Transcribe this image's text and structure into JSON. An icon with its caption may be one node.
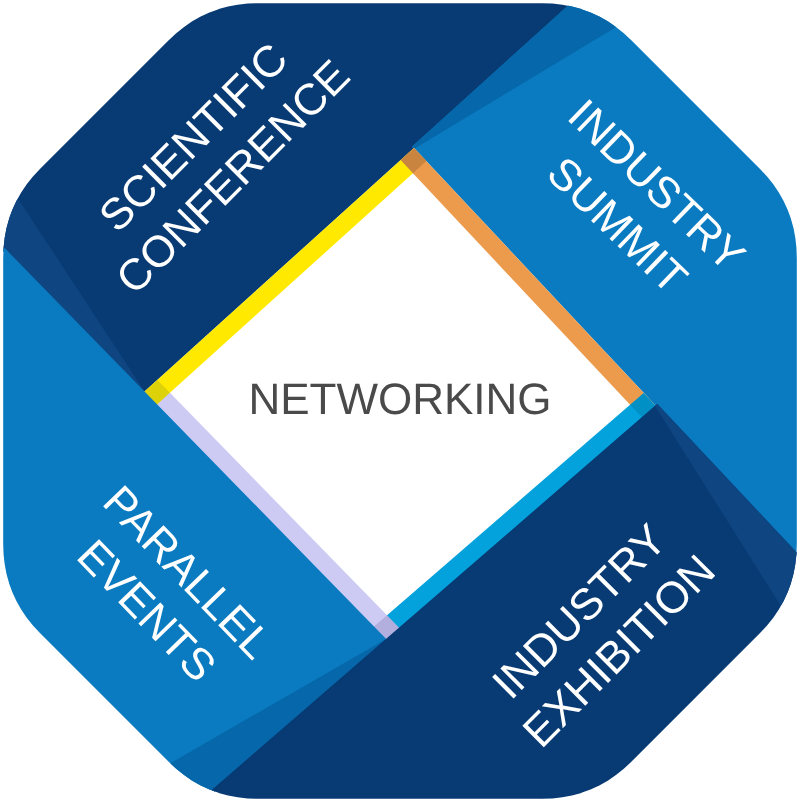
{
  "diagram": {
    "nodes": [
      {
        "text": [
          "SCIENTIFIC CONFERENCE"
        ]
      },
      {
        "text": [
          "INDUSTRY SUMMIT"
        ]
      },
      {
        "text": [
          "NETWORKING"
        ]
      },
      {
        "text": [
          "PARALLEL EVENTS"
        ]
      },
      {
        "text": [
          "INDUSTRY EXHIBITION"
        ]
      }
    ]
  }
}
